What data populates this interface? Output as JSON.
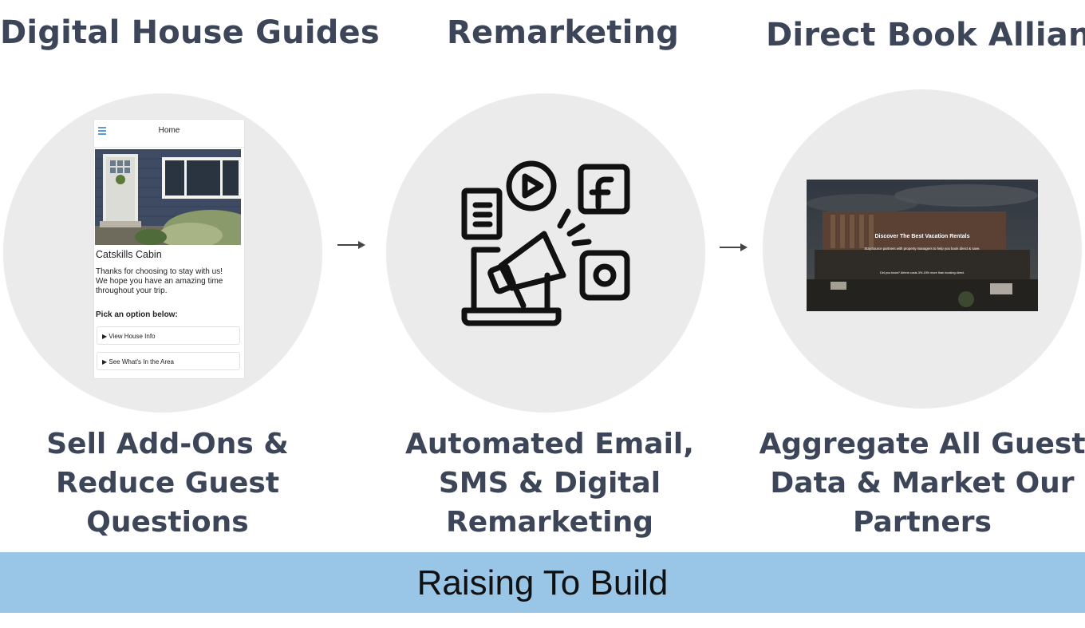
{
  "columns": [
    {
      "heading": "Digital House Guides",
      "caption": [
        "Sell Add-Ons &",
        "Reduce Guest",
        "Questions"
      ]
    },
    {
      "heading": "Remarketing",
      "caption": [
        "Automated Email,",
        "SMS & Digital",
        "Remarketing"
      ]
    },
    {
      "heading": "Direct Book Alliance",
      "caption": [
        "Aggregate All Guest",
        "Data & Market Our",
        "Partners"
      ]
    }
  ],
  "phone": {
    "title": "Home",
    "property": "Catskills Cabin",
    "welcome_1": "Thanks for choosing to stay with us!",
    "welcome_2": "We hope you have an amazing time",
    "welcome_3": "throughout your trip.",
    "prompt": "Pick an option below:",
    "options": [
      "View House Info",
      "See What's In the Area"
    ]
  },
  "site": {
    "headline": "Discover The Best Vacation Rentals",
    "subline": "StaySource partners with property managers to help you book direct & save.",
    "note": "Did you know? Airbnb costs 3%-15% more than booking direct."
  },
  "remarketing_icons": [
    "document-icon",
    "play-icon",
    "facebook-icon",
    "megaphone-icon",
    "laptop-icon",
    "instagram-icon"
  ],
  "banner": "Raising To Build",
  "colors": {
    "heading": "#3d4559",
    "circle": "#ebebeb",
    "banner": "#99c5e6"
  }
}
